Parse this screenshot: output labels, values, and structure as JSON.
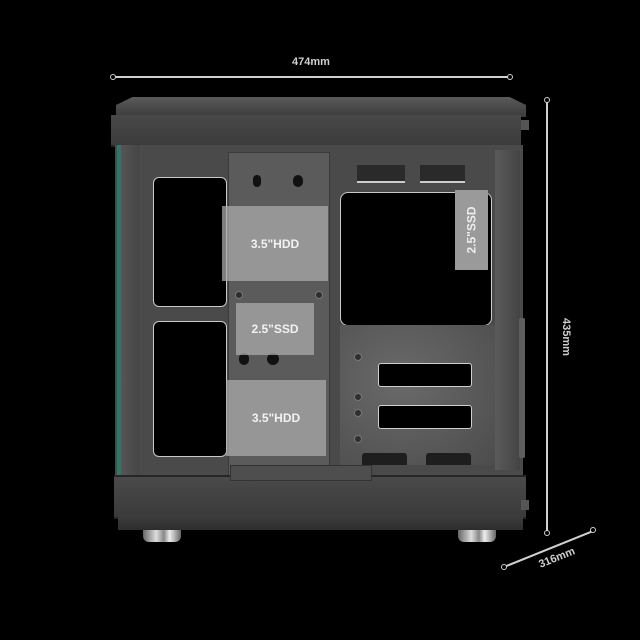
{
  "dimensions": {
    "width": {
      "label": "474mm"
    },
    "height": {
      "label": "435mm"
    },
    "depth": {
      "label": "316mm"
    }
  },
  "drive_bays": {
    "cage": [
      {
        "label": "3.5\"HDD"
      },
      {
        "label": "2.5\"SSD"
      },
      {
        "label": "3.5\"HDD"
      }
    ],
    "side_mount": {
      "label": "2.5\"SSD"
    }
  },
  "colors": {
    "background": "#000000",
    "chassis": "#4a4a4a",
    "glass_edge": "#2a7a66",
    "dimension_lines": "#d0d0d0",
    "bay_overlay": "#aaaaaa"
  }
}
